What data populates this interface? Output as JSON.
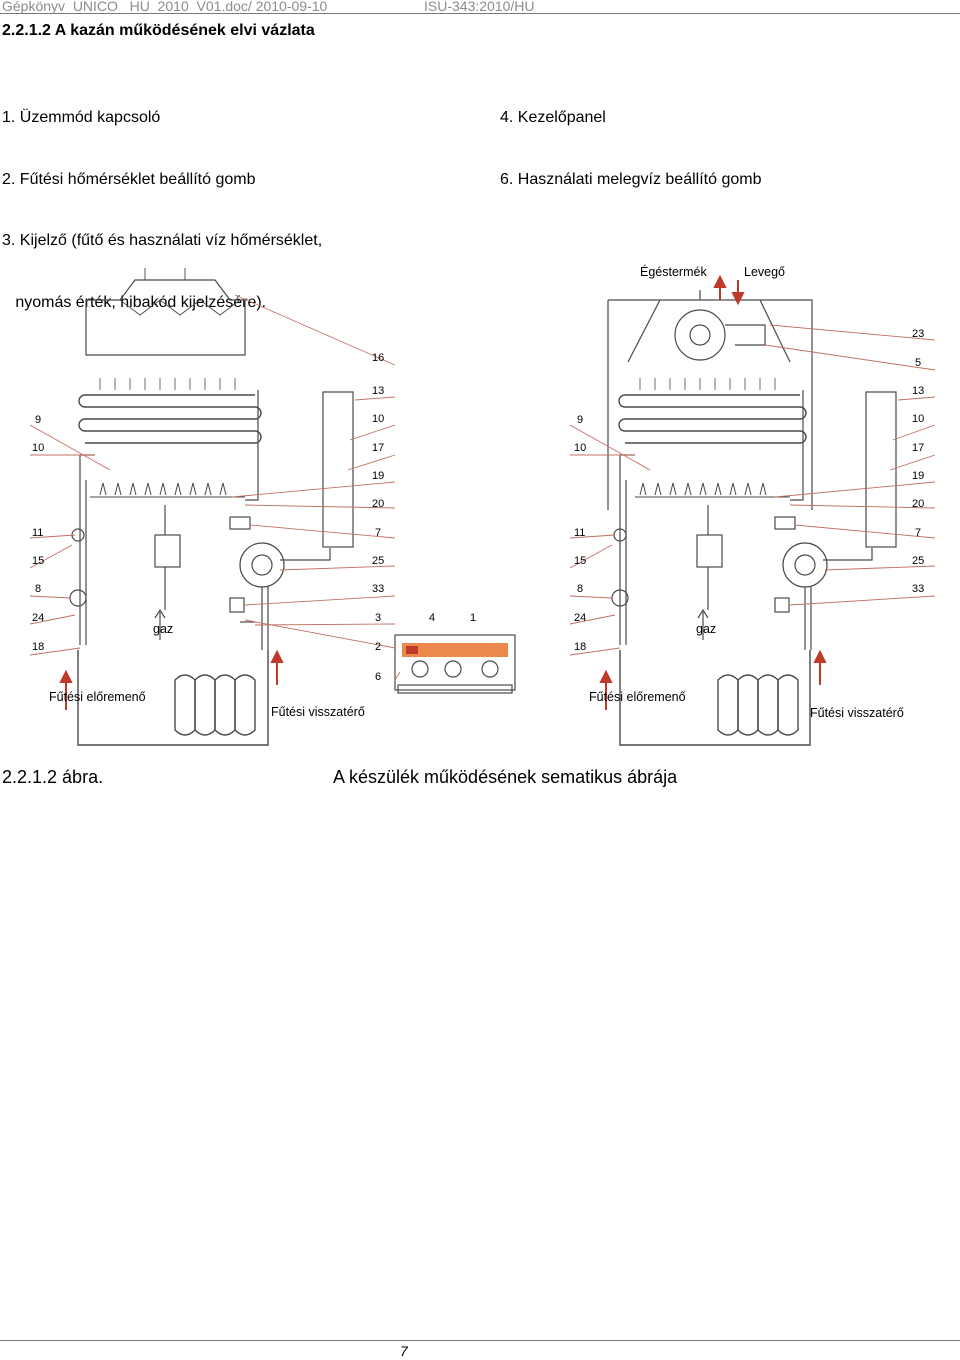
{
  "header": {
    "left": "Gépkönyv_UNICO _HU_2010_V01.doc/ 2010-09-10",
    "right": "ISU-343:2010/HU"
  },
  "section_title": "2.2.1.2 A kazán működésének elvi vázlata",
  "legend_left": [
    "1. Üzemmód kapcsoló",
    "2. Fűtési hőmérséklet beállító gomb",
    "3. Kijelző (fűtő és használati víz hőmérséklet,",
    "   nyomás érték, hibakód kijelzésére)."
  ],
  "legend_right": [
    "4. Kezelőpanel",
    "6. Használati melegvíz beállító gomb"
  ],
  "diagram": {
    "labels_left": [
      "9",
      "10",
      "11",
      "15",
      "8",
      "24",
      "18"
    ],
    "labels_right": [
      "16",
      "13",
      "10",
      "17",
      "19",
      "20",
      "7",
      "25",
      "33",
      "3",
      "2",
      "6"
    ],
    "panel_labels": [
      "4",
      "1"
    ],
    "gas": "gaz",
    "flow": "Fűtési előremenő",
    "return": "Fűtési visszatérő",
    "right_labels_left": [
      "9",
      "10",
      "11",
      "15",
      "8",
      "24",
      "18"
    ],
    "right_labels_right": [
      "23",
      "5",
      "13",
      "10",
      "17",
      "19",
      "20",
      "7",
      "25",
      "33"
    ],
    "exhaust": "Égéstermék",
    "air": "Levegő"
  },
  "caption": {
    "number": "2.2.1.2 ábra.",
    "text": "A készülék működésének sematikus ábrája"
  },
  "page_number": "7",
  "colors": {
    "pipe": "#4a4a4a",
    "leader": "#c07060",
    "arrow": "#c0392b",
    "display": "#e8732a"
  }
}
